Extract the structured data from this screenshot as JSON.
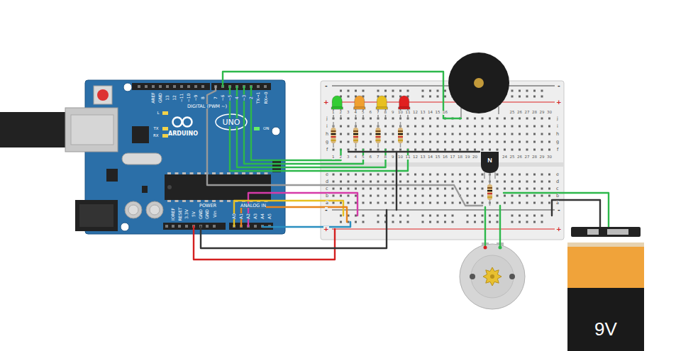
{
  "diagram": {
    "nodes": [
      {
        "text": [
          "N"
        ]
      },
      {
        "text": [
          "9V"
        ]
      }
    ],
    "labels": [
      "AREF",
      "GND",
      "13",
      "12",
      "~11",
      "~10",
      "~9",
      "8",
      "7",
      "~6",
      "~5",
      "4",
      "~3",
      "2",
      "TX→1",
      "RX←0",
      "DIGITAL (PWM ~)",
      "L",
      "TX",
      "RX",
      "ARDUINO",
      "UNO",
      "ON",
      "IOREF",
      "RESET",
      "3.3V",
      "5V",
      "GND",
      "GND",
      "Vin",
      "POWER",
      "ANALOG IN",
      "A0",
      "A1",
      "A2",
      "A3",
      "A4",
      "A5",
      "-",
      "+",
      "-",
      "+",
      "-",
      "+",
      "-",
      "+",
      "j",
      "i",
      "h",
      "g",
      "f",
      "e",
      "d",
      "c",
      "b",
      "a",
      "j",
      "i",
      "h",
      "g",
      "f",
      "e",
      "d",
      "c",
      "b",
      "a",
      "1",
      "2",
      "3",
      "4",
      "5",
      "6",
      "7",
      "8",
      "9",
      "10",
      "11",
      "12",
      "13",
      "14",
      "15",
      "16",
      "25",
      "26",
      "27",
      "28",
      "29",
      "30",
      "1",
      "2",
      "3",
      "4",
      "5",
      "6",
      "7",
      "8",
      "9",
      "10",
      "11",
      "12",
      "13",
      "14",
      "15",
      "16",
      "17",
      "18",
      "19",
      "20",
      "24",
      "25",
      "26",
      "27",
      "28",
      "29",
      "30"
    ]
  }
}
